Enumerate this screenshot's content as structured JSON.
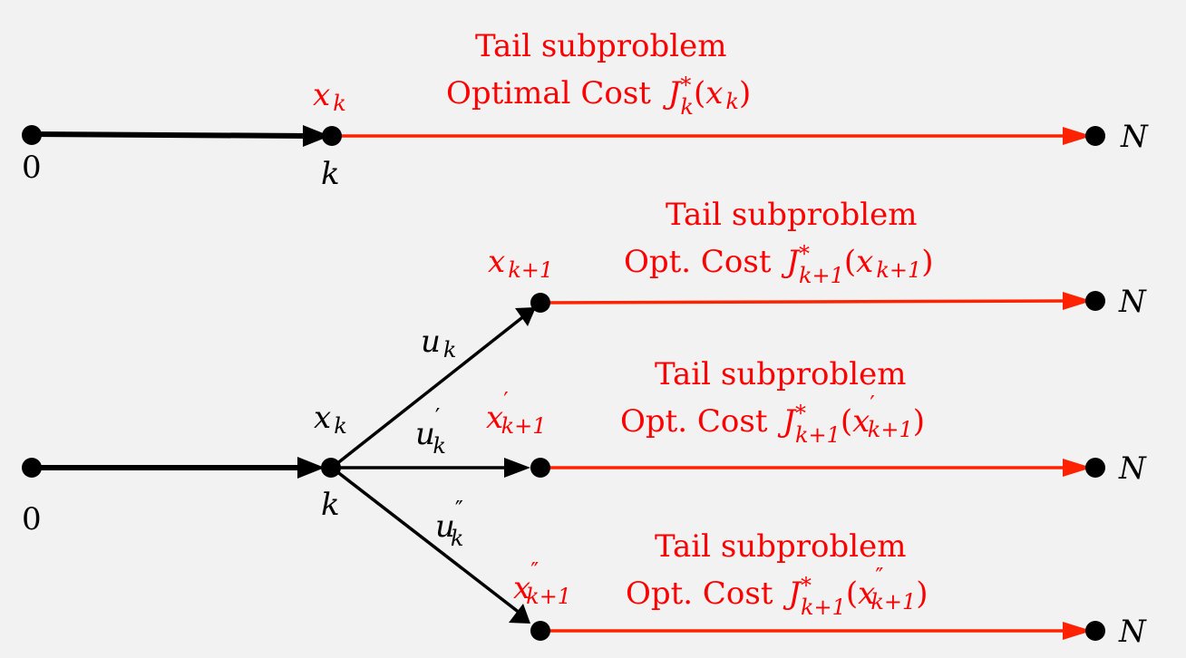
{
  "colors": {
    "background": "#f2f2f2",
    "tail_arrow": "#ff2200",
    "label_red": "#ff0000",
    "node": "#000000"
  },
  "top_diagram": {
    "start_label": "0",
    "stage_label": "k",
    "state_label": {
      "base": "x",
      "sub": "k"
    },
    "end_label": "N",
    "tail": {
      "title": "Tail subproblem",
      "cost_prefix": "Optimal Cost ",
      "cost_fn": "J",
      "cost_sup": "*",
      "cost_sub": "k",
      "cost_arg": {
        "base": "x",
        "sub": "k",
        "prime": ""
      }
    }
  },
  "bottom_diagram": {
    "start_label": "0",
    "stage_label": "k",
    "state_label": {
      "base": "x",
      "sub": "k"
    },
    "branches": [
      {
        "control": {
          "base": "u",
          "sub": "k",
          "prime": ""
        },
        "next_state": {
          "base": "x",
          "sub": "k+1",
          "prime": ""
        },
        "end_label": "N",
        "tail": {
          "title": "Tail subproblem",
          "cost_prefix": "Opt. Cost ",
          "cost_fn": "J",
          "cost_sup": "*",
          "cost_sub": "k+1",
          "cost_arg": {
            "base": "x",
            "sub": "k+1",
            "prime": ""
          }
        }
      },
      {
        "control": {
          "base": "u",
          "sub": "k",
          "prime": "′"
        },
        "next_state": {
          "base": "x",
          "sub": "k+1",
          "prime": "′"
        },
        "end_label": "N",
        "tail": {
          "title": "Tail subproblem",
          "cost_prefix": "Opt. Cost ",
          "cost_fn": "J",
          "cost_sup": "*",
          "cost_sub": "k+1",
          "cost_arg": {
            "base": "x",
            "sub": "k+1",
            "prime": "′"
          }
        }
      },
      {
        "control": {
          "base": "u",
          "sub": "k",
          "prime": "″"
        },
        "next_state": {
          "base": "x",
          "sub": "k+1",
          "prime": "″"
        },
        "end_label": "N",
        "tail": {
          "title": "Tail subproblem",
          "cost_prefix": "Opt. Cost ",
          "cost_fn": "J",
          "cost_sup": "*",
          "cost_sub": "k+1",
          "cost_arg": {
            "base": "x",
            "sub": "k+1",
            "prime": "″"
          }
        }
      }
    ]
  }
}
